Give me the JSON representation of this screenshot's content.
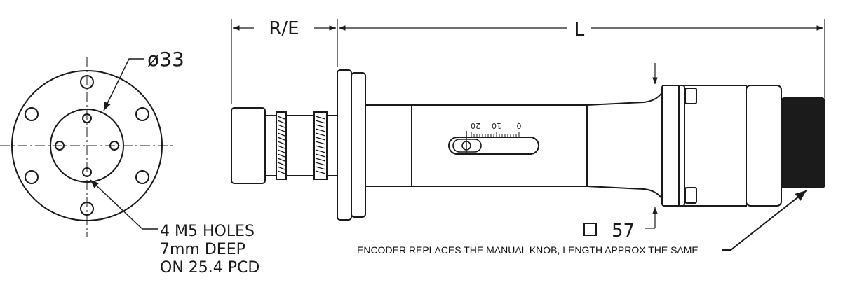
{
  "dimensions": {
    "flange_diameter": "ø33",
    "retract_extension": "R/E",
    "length": "L",
    "square_size": "57"
  },
  "notes": {
    "holes_line1": "4 M5 HOLES",
    "holes_line2": "7mm DEEP",
    "holes_line3": "ON 25.4 PCD",
    "encoder": "ENCODER REPLACES THE MANUAL KNOB, LENGTH APPROX THE SAME"
  },
  "scale": {
    "marks": [
      "0",
      "10",
      "20"
    ]
  },
  "colors": {
    "line": "#1a1a1a",
    "knob_fill": "#1b1b1b"
  }
}
